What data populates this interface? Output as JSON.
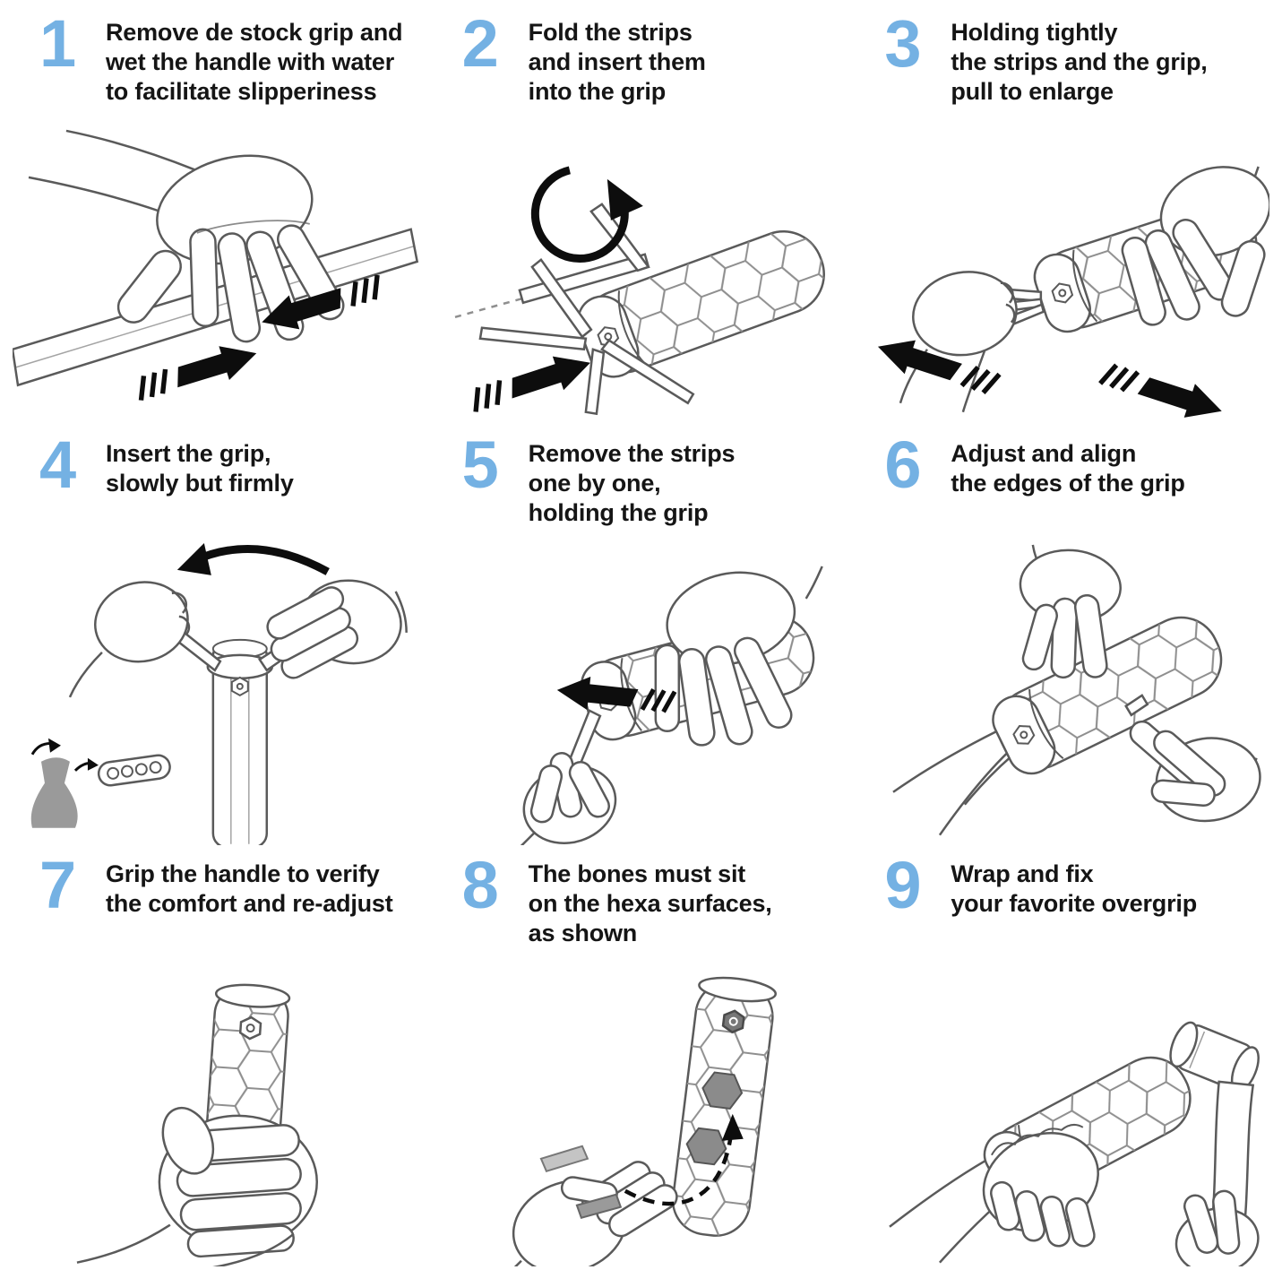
{
  "colors": {
    "accent": "#74b1e3",
    "text": "#151515",
    "line": "#5a5a5a",
    "arrow": "#0d0d0d"
  },
  "steps": [
    {
      "number": "1",
      "text": "Remove de stock grip and\nwet the handle with water\nto facilitate slipperiness",
      "illustration": "hands-removing-stock-grip"
    },
    {
      "number": "2",
      "text": "Fold the strips\nand insert them\ninto the grip",
      "illustration": "folding-strips-into-grip"
    },
    {
      "number": "3",
      "text": "Holding tightly\nthe strips and the grip,\npull to enlarge",
      "illustration": "pulling-strips-to-enlarge-grip"
    },
    {
      "number": "4",
      "text": "Insert the grip,\nslowly but firmly",
      "illustration": "inserting-grip-on-handle"
    },
    {
      "number": "5",
      "text": "Remove the strips\none by one,\nholding the grip",
      "illustration": "removing-strips-one-by-one"
    },
    {
      "number": "6",
      "text": "Adjust and align\nthe edges of the grip",
      "illustration": "adjusting-grip-edges"
    },
    {
      "number": "7",
      "text": "Grip the handle to verify\nthe comfort and re-adjust",
      "illustration": "gripping-handle-to-verify"
    },
    {
      "number": "8",
      "text": "The bones must sit\non the hexa surfaces,\nas shown",
      "illustration": "bones-on-hexa-surfaces"
    },
    {
      "number": "9",
      "text": "Wrap and fix\nyour favorite overgrip",
      "illustration": "wrapping-overgrip"
    }
  ]
}
